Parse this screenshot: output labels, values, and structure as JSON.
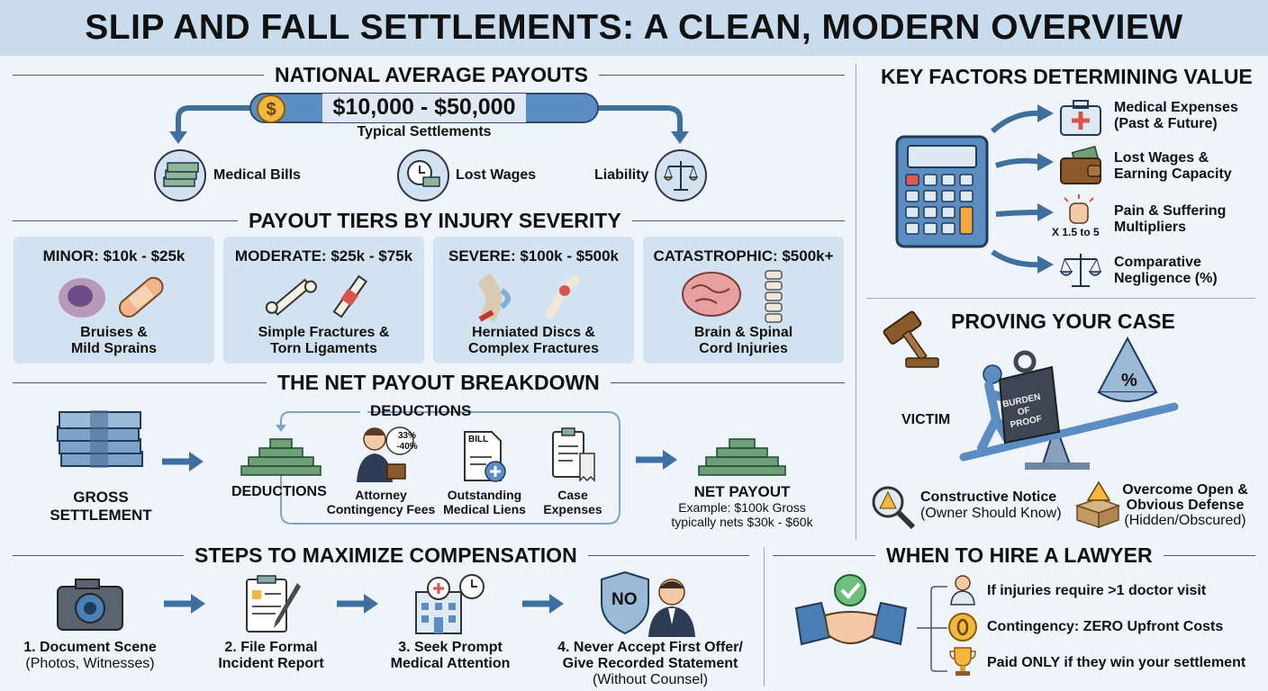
{
  "title": "SLIP AND FALL SETTLEMENTS: A CLEAN, MODERN OVERVIEW",
  "national": {
    "heading": "NATIONAL AVERAGE PAYOUTS",
    "range": "$10,000 - $50,000",
    "sub": "Typical Settlements",
    "items": [
      "Medical Bills",
      "Lost Wages",
      "Liability"
    ]
  },
  "tiers": {
    "heading": "PAYOUT TIERS BY INJURY SEVERITY",
    "items": [
      {
        "title": "MINOR: $10k - $25k",
        "desc1": "Bruises &",
        "desc2": "Mild Sprains"
      },
      {
        "title": "MODERATE: $25k - $75k",
        "desc1": "Simple Fractures &",
        "desc2": "Torn Ligaments"
      },
      {
        "title": "SEVERE: $100k - $500k",
        "desc1": "Herniated Discs &",
        "desc2": "Complex Fractures"
      },
      {
        "title": "CATASTROPHIC: $500k+",
        "desc1": "Brain & Spinal",
        "desc2": "Cord Injuries"
      }
    ]
  },
  "net": {
    "heading": "THE NET PAYOUT BREAKDOWN",
    "gross1": "GROSS",
    "gross2": "SETTLEMENT",
    "deductions_title": "DEDUCTIONS",
    "deductions_label": "DEDUCTIONS",
    "pct1": "33%",
    "pct2": "-40%",
    "bill": "BILL",
    "attorney1": "Attorney",
    "attorney2": "Contingency Fees",
    "liens1": "Outstanding",
    "liens2": "Medical Liens",
    "case1": "Case",
    "case2": "Expenses",
    "netpay": "NET PAYOUT",
    "example1": "Example: $100k Gross",
    "example2": "typically nets $30k - $60k"
  },
  "steps": {
    "heading": "STEPS TO MAXIMIZE COMPENSATION",
    "s1a": "1. Document Scene",
    "s1b": "(Photos, Witnesses)",
    "s2a": "2. File Formal",
    "s2b": "Incident Report",
    "s3a": "3. Seek Prompt",
    "s3b": "Medical Attention",
    "s4a": "4. Never Accept First Offer/",
    "s4b": "Give Recorded Statement",
    "s4c": "(Without Counsel)",
    "no": "NO"
  },
  "factors": {
    "heading": "KEY FACTORS DETERMINING VALUE",
    "f1a": "Medical Expenses",
    "f1b": "(Past & Future)",
    "f2a": "Lost Wages &",
    "f2b": "Earning Capacity",
    "f3a": "Pain & Suffering",
    "f3b": "Multipliers",
    "mult": "X 1.5 to 5",
    "f4a": "Comparative",
    "f4b": "Negligence (%)"
  },
  "proving": {
    "heading": "PROVING YOUR CASE",
    "victim": "VICTIM",
    "burden1": "BURDEN",
    "burden2": "OF",
    "burden3": "PROOF",
    "pct": "%",
    "n1a": "Constructive Notice",
    "n1b": "(Owner Should Know)",
    "n2a": "Overcome Open &",
    "n2b": "Obvious Defense",
    "n2c": "(Hidden/Obscured)"
  },
  "lawyer": {
    "heading": "WHEN TO HIRE A LAWYER",
    "l1": "If injuries require >1 doctor visit",
    "l2": "Contingency: ZERO Upfront Costs",
    "l3": "Paid ONLY if they win your settlement"
  },
  "colors": {
    "accent": "#5b8dc2",
    "panel": "#d3e2f0",
    "money": "#6f9f78"
  }
}
